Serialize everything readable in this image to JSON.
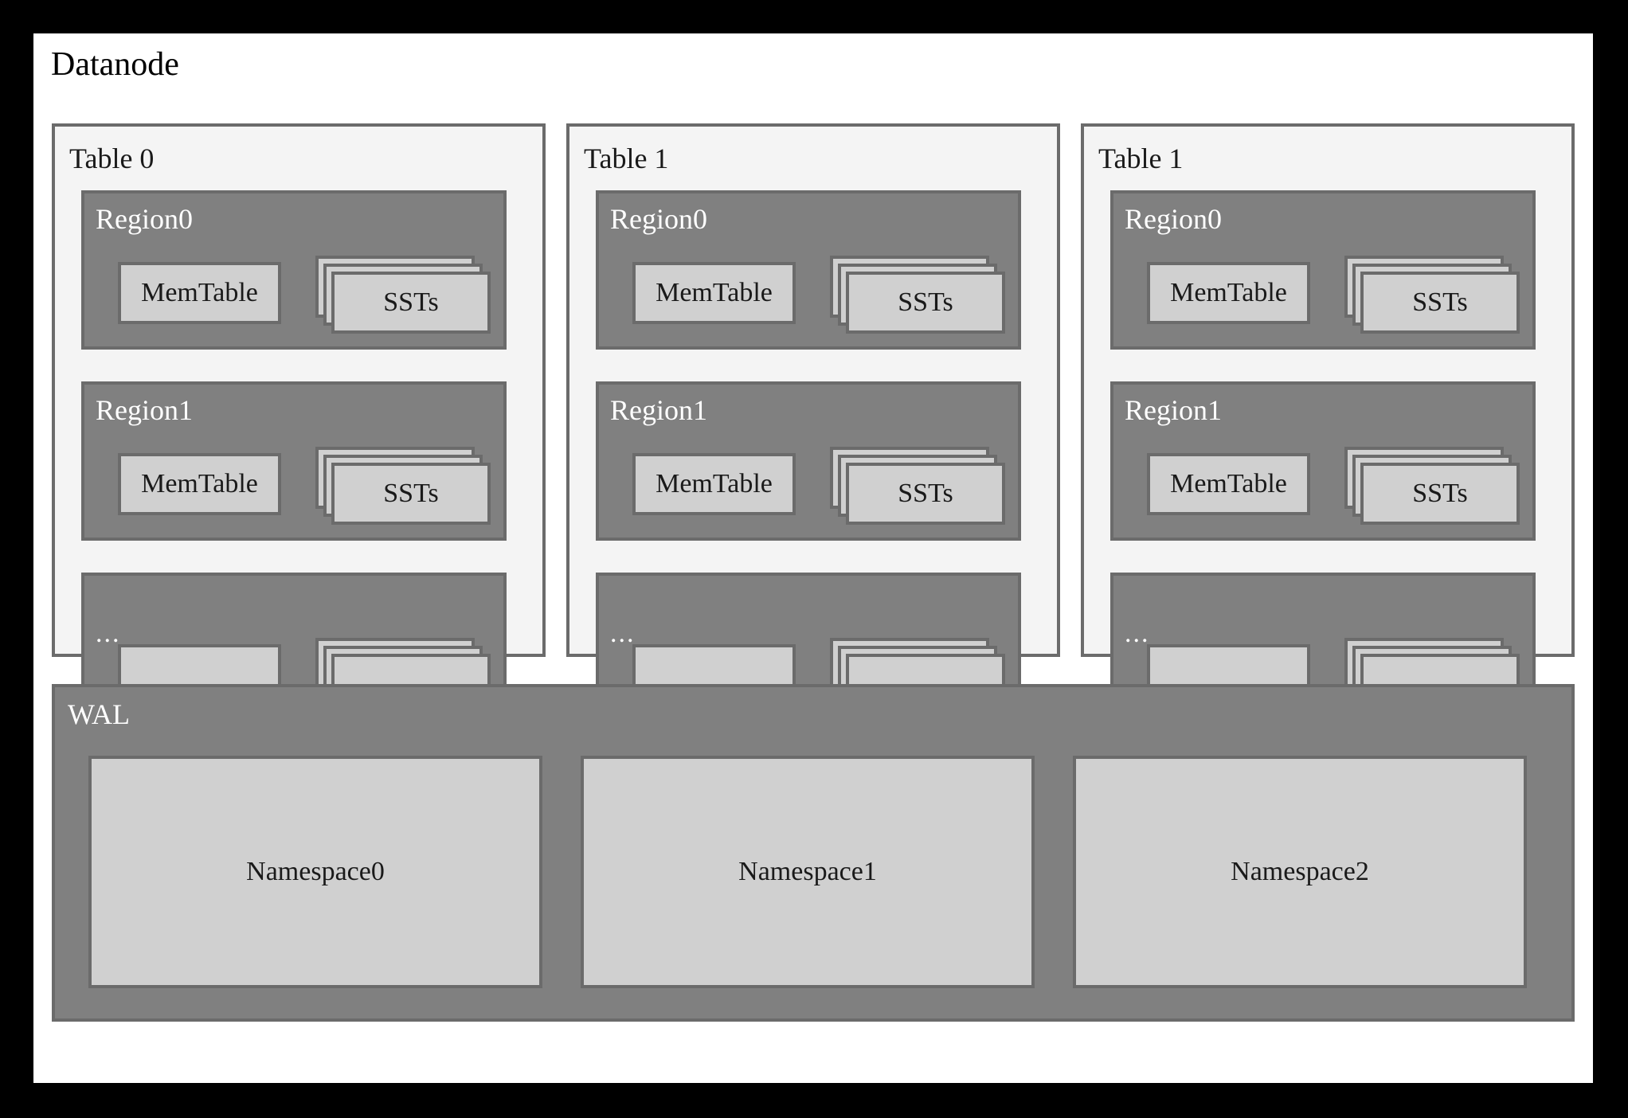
{
  "diagram": {
    "title": "Datanode",
    "background": "#000000",
    "panel_background": "#ffffff",
    "colors": {
      "region_fill": "#808080",
      "table_panel_fill": "#f4f4f4",
      "inner_box_fill": "#d0d0d0",
      "border": "#6b6b6b",
      "light_text": "#ffffff",
      "dark_text": "#1a1a1a"
    }
  },
  "tables": [
    {
      "label": "Table 0",
      "regions": [
        {
          "label": "Region0",
          "memtable_label": "MemTable",
          "sst_label": "SSTs",
          "sst_count": 3
        },
        {
          "label": "Region1",
          "memtable_label": "MemTable",
          "sst_label": "SSTs",
          "sst_count": 3
        },
        {
          "label": "...",
          "memtable_label": "",
          "sst_label": "",
          "sst_count": 3
        }
      ]
    },
    {
      "label": "Table 1",
      "regions": [
        {
          "label": "Region0",
          "memtable_label": "MemTable",
          "sst_label": "SSTs",
          "sst_count": 3
        },
        {
          "label": "Region1",
          "memtable_label": "MemTable",
          "sst_label": "SSTs",
          "sst_count": 3
        },
        {
          "label": "...",
          "memtable_label": "",
          "sst_label": "",
          "sst_count": 3
        }
      ]
    },
    {
      "label": "Table 1",
      "regions": [
        {
          "label": "Region0",
          "memtable_label": "MemTable",
          "sst_label": "SSTs",
          "sst_count": 3
        },
        {
          "label": "Region1",
          "memtable_label": "MemTable",
          "sst_label": "SSTs",
          "sst_count": 3
        },
        {
          "label": "...",
          "memtable_label": "",
          "sst_label": "",
          "sst_count": 3
        }
      ]
    }
  ],
  "wal": {
    "label": "WAL",
    "namespaces": [
      {
        "label": "Namespace0"
      },
      {
        "label": "Namespace1"
      },
      {
        "label": "Namespace2"
      }
    ]
  }
}
